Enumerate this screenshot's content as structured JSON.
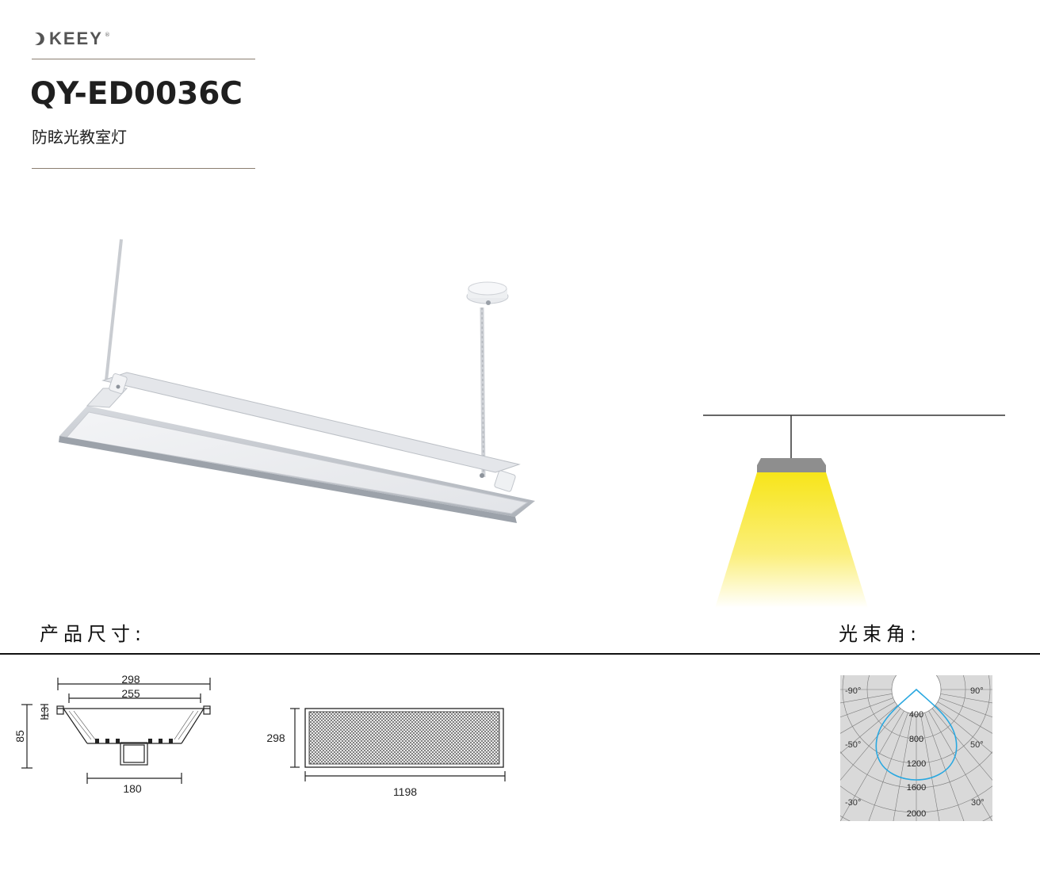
{
  "brand": {
    "logo_text": "KEEY",
    "logo_mark": "®"
  },
  "product": {
    "model": "QY-ED0036C",
    "name": "防眩光教室灯"
  },
  "sections": {
    "dimensions_label": "产品尺寸:",
    "beam_angle_label": "光束角:"
  },
  "dimensions": {
    "front_view": {
      "width_total": "298",
      "width_inner": "255",
      "height_total": "85",
      "height_top": "13",
      "width_bottom": "180"
    },
    "top_view": {
      "width": "298",
      "length": "1198"
    }
  },
  "polar_chart": {
    "angle_labels": {
      "left_90": "-90°",
      "right_90": "90°",
      "left_50": "-50°",
      "right_50": "50°",
      "left_30": "-30°",
      "right_30": "30°"
    },
    "radial_labels": [
      "400",
      "800",
      "1200",
      "1600",
      "2000"
    ]
  },
  "colors": {
    "beam": "#f5e619",
    "curve": "#2aa8e0",
    "rule": "#8b7f70"
  }
}
